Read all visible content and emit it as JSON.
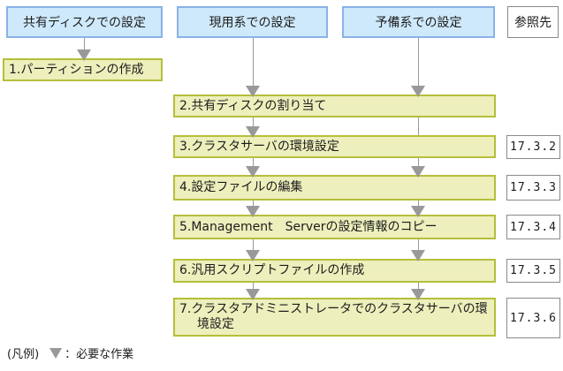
{
  "diagram": {
    "headers": [
      {
        "id": "shared-disk",
        "label": "共有ディスクでの設定"
      },
      {
        "id": "active-system",
        "label": "現用系での設定"
      },
      {
        "id": "standby-system",
        "label": "予備系での設定"
      },
      {
        "id": "reference",
        "label": "参照先"
      }
    ],
    "steps": [
      {
        "label": "1.パーティションの作成",
        "ref": ""
      },
      {
        "label": "2.共有ディスクの割り当て",
        "ref": ""
      },
      {
        "label": "3.クラスタサーバの環境設定",
        "ref": "17.3.2"
      },
      {
        "label": "4.設定ファイルの編集",
        "ref": "17.3.3"
      },
      {
        "label": "5.Management　Serverの設定情報のコピー",
        "ref": "17.3.4"
      },
      {
        "label": "6.汎用スクリプトファイルの作成",
        "ref": "17.3.5"
      },
      {
        "label": "7.クラスタアドミニストレータでのクラスタサーバの環境設定",
        "ref": "17.3.6"
      }
    ],
    "legend": {
      "prefix": "(凡例)",
      "arrow_meaning": "：必要な作業"
    },
    "colors": {
      "header-fill": "#cee9fb",
      "header-border": "#8ab2e6",
      "step-fill": "#edefbc",
      "step-border": "#b5bf3b",
      "arrow": "#999999",
      "ref-border": "#8a8a8a",
      "text": "#1c1c1c"
    }
  }
}
